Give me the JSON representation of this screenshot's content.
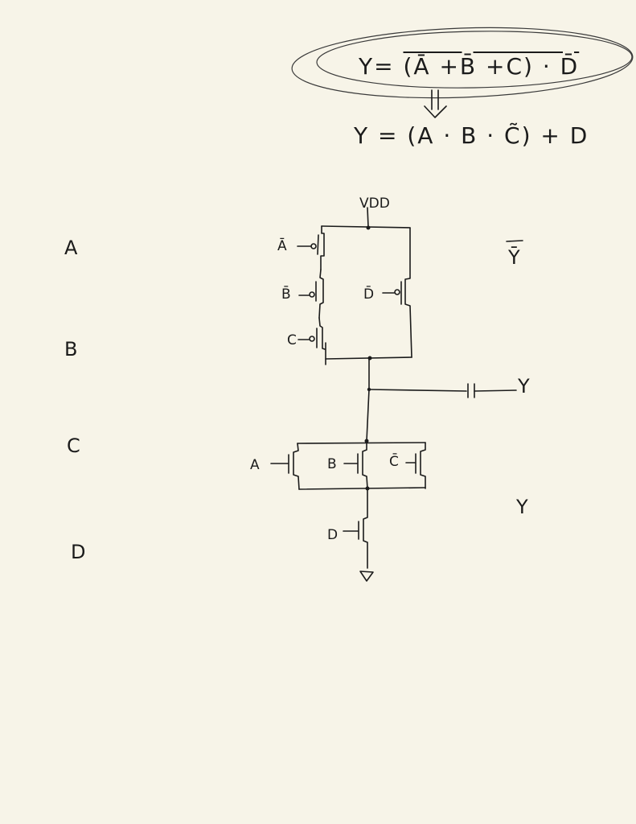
{
  "equations": {
    "top": {
      "lhs": "Y=",
      "body": "(Ā +B̄ +C) · D̄"
    },
    "bottom": "Y = (A · B · C̃) + D"
  },
  "left_inputs": [
    "A",
    "B",
    "C",
    "D"
  ],
  "right_labels": {
    "y_bar": "Ȳ",
    "y": "Y",
    "y_lower": "Y"
  },
  "circuit": {
    "vdd": "VDD",
    "pmos": {
      "a_bar": "Ā",
      "b_bar": "B̄",
      "c": "C",
      "d_bar": "D̄"
    },
    "nmos": {
      "a": "A",
      "b": "B",
      "c_bar": "C̄",
      "d": "D"
    }
  }
}
